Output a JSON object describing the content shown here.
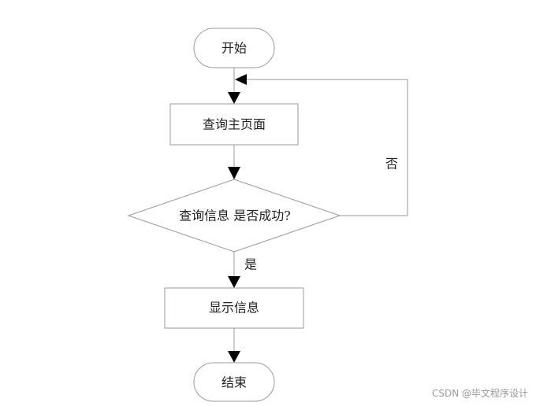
{
  "flowchart": {
    "nodes": {
      "start": {
        "label": "开始",
        "shape": "terminator"
      },
      "query_home": {
        "label": "查询主页面",
        "shape": "process"
      },
      "decision": {
        "label": "查询信息 是否成功?",
        "shape": "decision"
      },
      "display": {
        "label": "显示信息",
        "shape": "process"
      },
      "end": {
        "label": "结束",
        "shape": "terminator"
      }
    },
    "edges": {
      "yes_label": "是",
      "no_label": "否"
    },
    "colors": {
      "stroke": "#9a9a9a",
      "arrowhead": "#000000",
      "text": "#222222"
    }
  },
  "watermark": {
    "text": "CSDN @毕文程序设计"
  }
}
